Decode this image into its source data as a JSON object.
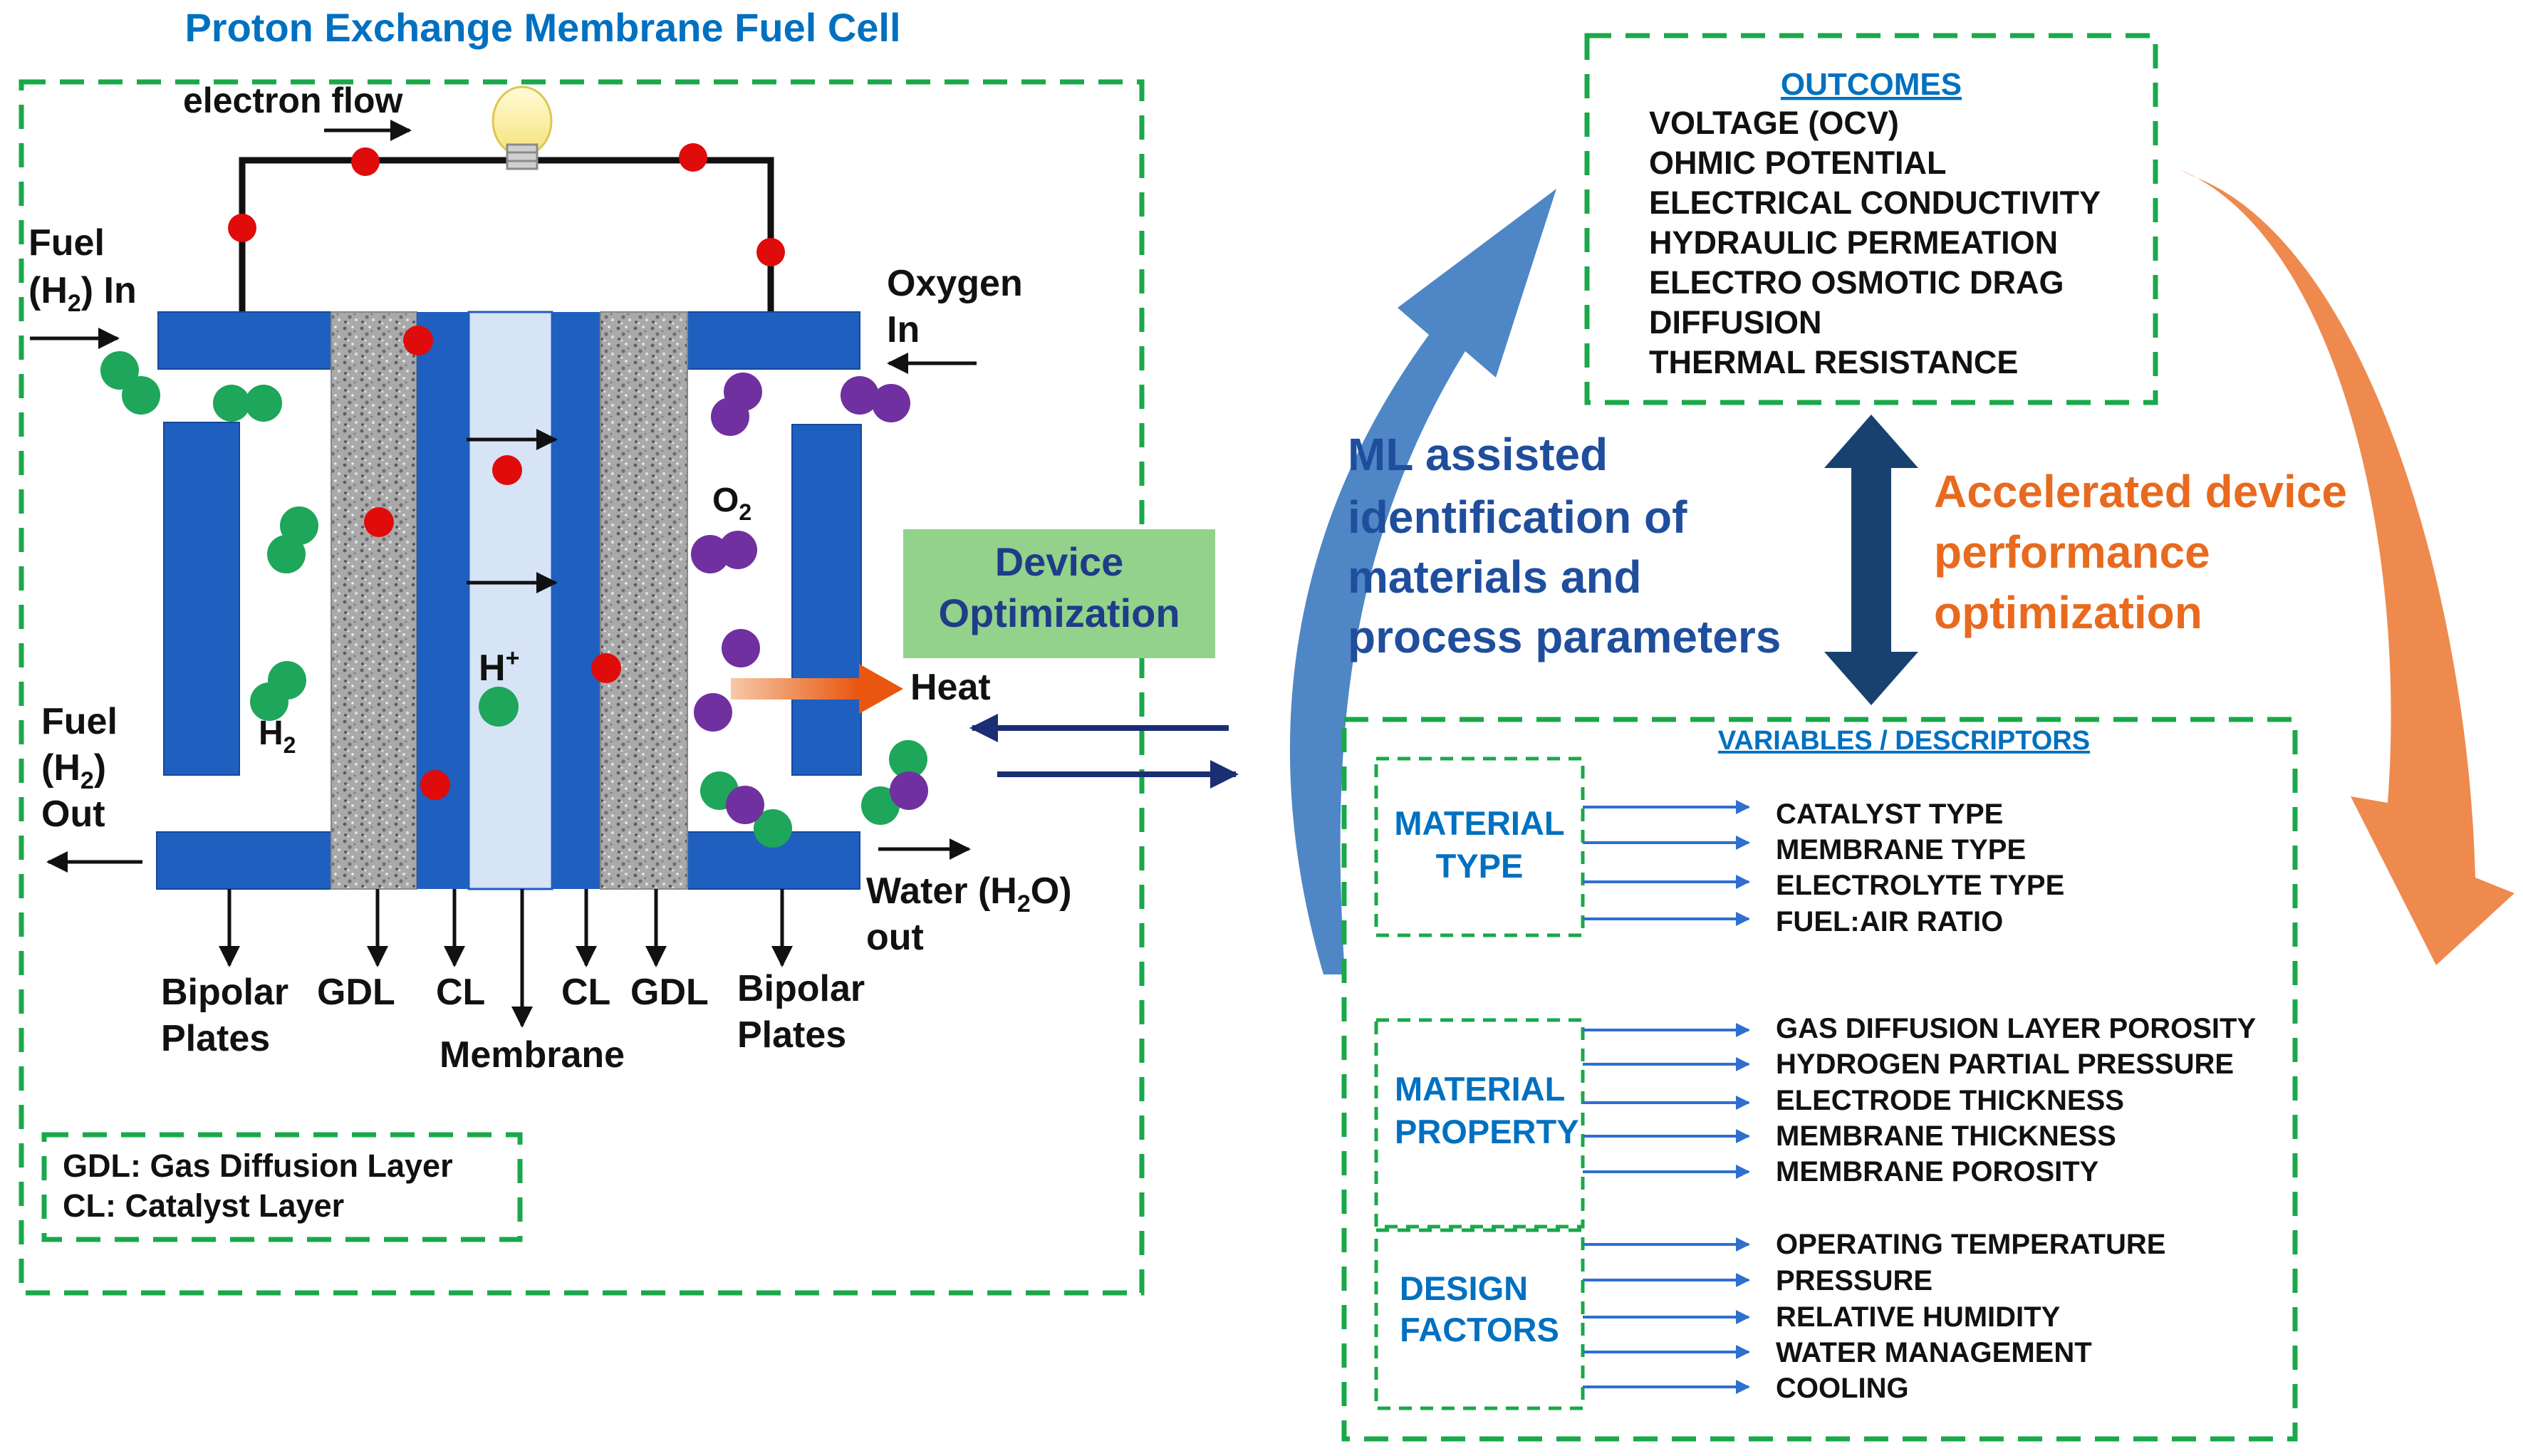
{
  "fuel_cell": {
    "title": "Proton Exchange Membrane Fuel Cell",
    "electron_flow": "electron flow",
    "fuel_in": [
      "Fuel",
      "(H",
      "2",
      ") In"
    ],
    "oxygen_in": [
      "Oxygen",
      "In"
    ],
    "fuel_out": [
      "Fuel",
      "(H",
      "2",
      ")",
      "Out"
    ],
    "water_out": [
      "Water (H",
      "2",
      "O)",
      "out"
    ],
    "o2_label": [
      "O",
      "2"
    ],
    "h2_label": [
      "H",
      "2"
    ],
    "h_plus_label": [
      "H",
      "+"
    ],
    "heat": "Heat",
    "layers": {
      "bipolar_left": [
        "Bipolar",
        "Plates"
      ],
      "gdl_left": "GDL",
      "cl_left": "CL",
      "membrane": "Membrane",
      "cl_right": "CL",
      "gdl_right": "GDL",
      "bipolar_right": [
        "Bipolar",
        "Plates"
      ]
    },
    "legend": [
      "GDL: Gas Diffusion Layer",
      "CL: Catalyst Layer"
    ]
  },
  "device_optimization": [
    "Device",
    "Optimization"
  ],
  "ml_text": [
    "ML assisted",
    "identification of",
    "materials and",
    "process parameters"
  ],
  "accelerated_text": [
    "Accelerated device",
    "performance",
    "optimization"
  ],
  "outcomes": {
    "title": "OUTCOMES",
    "items": [
      "VOLTAGE (OCV)",
      "OHMIC POTENTIAL",
      "ELECTRICAL CONDUCTIVITY",
      "HYDRAULIC PERMEATION",
      "ELECTRO OSMOTIC DRAG",
      "DIFFUSION",
      "THERMAL RESISTANCE"
    ]
  },
  "variables": {
    "title": "VARIABLES  / DESCRIPTORS",
    "groups": [
      {
        "label": [
          "MATERIAL",
          "TYPE"
        ],
        "items": [
          "CATALYST  TYPE",
          "MEMBRANE  TYPE",
          "ELECTROLYTE  TYPE",
          "FUEL:AIR  RATIO"
        ]
      },
      {
        "label": [
          "MATERIAL",
          "PROPERTY"
        ],
        "items": [
          "GAS DIFFUSION LAYER POROSITY",
          "HYDROGEN  PARTIAL  PRESSURE",
          "ELECTRODE  THICKNESS",
          "MEMBRANE THICKNESS",
          "MEMBRANE  POROSITY"
        ]
      },
      {
        "label": [
          "DESIGN",
          "FACTORS"
        ],
        "items": [
          "OPERATING  TEMPERATURE",
          "PRESSURE",
          "RELATIVE  HUMIDITY",
          "WATER  MANAGEMENT",
          "COOLING"
        ]
      }
    ]
  },
  "colors": {
    "green_dash": "#1aa84a",
    "title_blue": "#0070c0",
    "plate_blue": "#1f5fbf",
    "dark_navy": "#1f3c88",
    "ml_text": "#1f4e9c",
    "orange": "#e86a1f",
    "device_box": "#92d28a",
    "membrane_fill": "#d6e4f5"
  }
}
